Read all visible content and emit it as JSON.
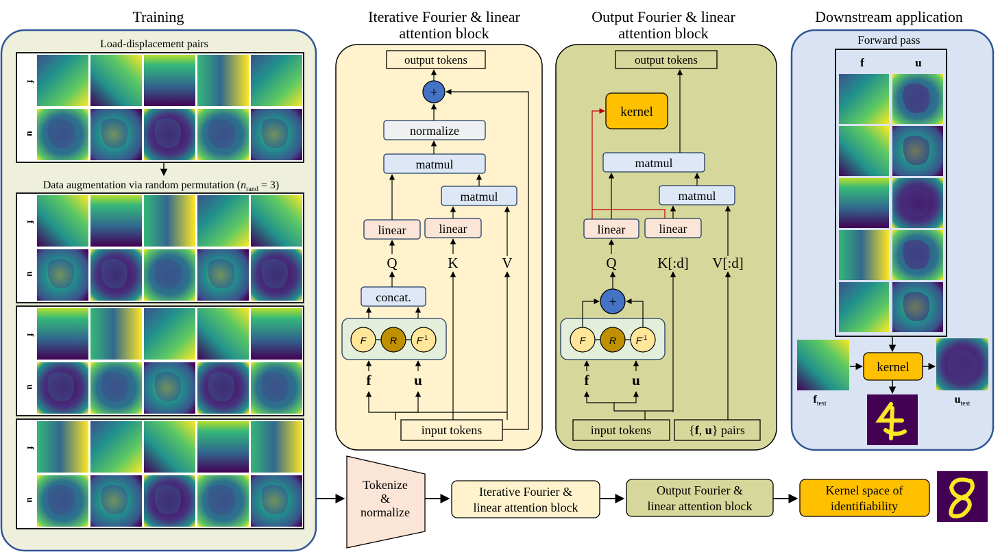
{
  "sections": {
    "training": "Training",
    "iterative_title_l1": "Iterative Fourier & linear",
    "iterative_title_l2": "attention block",
    "output_title_l1": "Output Fourier & linear",
    "output_title_l2": "attention block",
    "downstream": "Downstream application"
  },
  "training": {
    "pairs_label": "Load-displacement pairs",
    "augment_label": "Data augmentation via random permutation (",
    "augment_n": "n",
    "augment_sub": "rand",
    "augment_tail": " = 3)",
    "row_f": "f",
    "row_u": "u"
  },
  "iterative": {
    "output_tokens": "output tokens",
    "plus": "+",
    "normalize": "normalize",
    "matmul_top": "matmul",
    "matmul_right": "matmul",
    "linear_q": "linear",
    "linear_k": "linear",
    "q": "Q",
    "k": "K",
    "v": "V",
    "concat": "concat.",
    "op_f": "F",
    "op_r": "R",
    "op_finv": "F",
    "op_finv_sup": "-1",
    "f": "f",
    "u": "u",
    "input_tokens": "input tokens"
  },
  "output": {
    "output_tokens": "output tokens",
    "kernel": "kernel",
    "matmul_top": "matmul",
    "matmul_right": "matmul",
    "linear_q": "linear",
    "linear_k": "linear",
    "q": "Q",
    "k": "K[:d]",
    "v": "V[:d]",
    "plus": "+",
    "op_f": "F",
    "op_r": "R",
    "op_finv": "F",
    "op_finv_sup": "-1",
    "f": "f",
    "u": "u",
    "input_tokens": "input tokens",
    "pairs_open": "{",
    "pairs_f": "f",
    "pairs_comma": ", ",
    "pairs_u": "u",
    "pairs_close": "} pairs"
  },
  "downstream": {
    "forward_pass": "Forward pass",
    "col_f": "f",
    "col_u": "u",
    "kernel": "kernel",
    "f_test": "f",
    "f_test_sub": "test",
    "u_test": "u",
    "u_test_sub": "test"
  },
  "pipeline": {
    "tokenize_l1": "Tokenize",
    "tokenize_l2": "&",
    "tokenize_l3": "normalize",
    "iter_l1": "Iterative Fourier &",
    "iter_l2": "linear attention block",
    "out_l1": "Output Fourier &",
    "out_l2": "linear attention block",
    "kernel_l1": "Kernel space of",
    "kernel_l2": "identifiability"
  },
  "colors": {
    "panel_border": "#2f5597",
    "training_bg": "#eef0dc",
    "iterative_bg": "#fff2cc",
    "output_bg": "#d6d79a",
    "downstream_bg": "#dae3f3",
    "matmul_box": "#dde7f6",
    "linear_box": "#fbe5d6",
    "normalize_box": "#eef0f2",
    "plus_circle": "#4472c4",
    "fr_group": "#e3efda",
    "f_circle": "#ffe699",
    "r_circle": "#bf9000",
    "kernel_box": "#ffc000",
    "red_arrow": "#c00000",
    "tokenize_fill": "#fbe5d6"
  },
  "icons": {
    "arrow": "arrow-icon",
    "plus": "plus-icon",
    "digit_four": "digit-four-icon",
    "digit_eight": "digit-eight-icon"
  }
}
